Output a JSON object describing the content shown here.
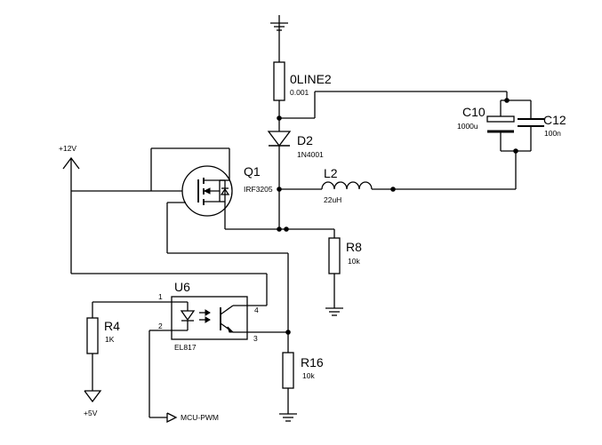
{
  "components": {
    "oline2": {
      "ref": "0LINE2",
      "value": "0.001"
    },
    "d2": {
      "ref": "D2",
      "value": "1N4001"
    },
    "c10": {
      "ref": "C10",
      "value": "1000u"
    },
    "c12": {
      "ref": "C12",
      "value": "100n"
    },
    "q1": {
      "ref": "Q1",
      "value": "IRF3205"
    },
    "l2": {
      "ref": "L2",
      "value": "22uH"
    },
    "r8": {
      "ref": "R8",
      "value": "10k"
    },
    "u6": {
      "ref": "U6",
      "value": "EL817"
    },
    "r4": {
      "ref": "R4",
      "value": "1K"
    },
    "r16": {
      "ref": "R16",
      "value": "10k"
    }
  },
  "pins": {
    "p1": "1",
    "p2": "2",
    "p3": "3",
    "p4": "4"
  },
  "nets": {
    "v12": "+12V",
    "v5": "+5V",
    "pwm": "MCU-PWM"
  }
}
